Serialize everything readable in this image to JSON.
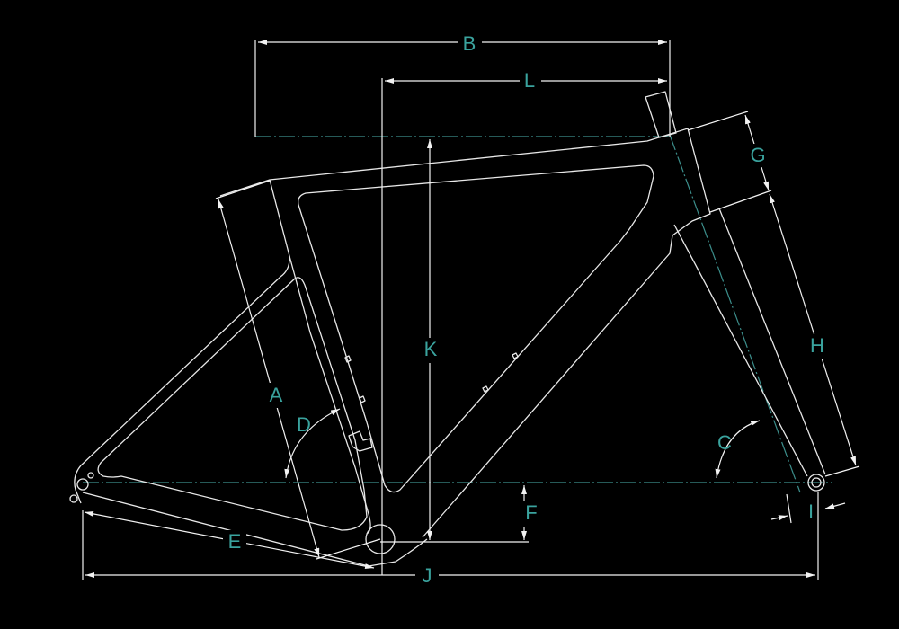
{
  "colors": {
    "background": "#000000",
    "frame": "#e8e8e8",
    "label": "#3aa39e",
    "centerline": "#3c8f8c"
  },
  "labels": {
    "B": "B",
    "L": "L",
    "G": "G",
    "K": "K",
    "A": "A",
    "D": "D",
    "H": "H",
    "C": "C",
    "E": "E",
    "F": "F",
    "I": "I",
    "J": "J"
  }
}
